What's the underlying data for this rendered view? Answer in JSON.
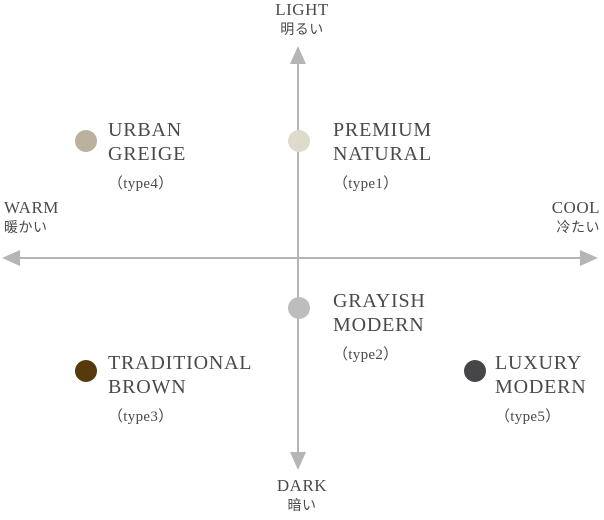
{
  "axes": {
    "top": {
      "en": "LIGHT",
      "jp": "明るい"
    },
    "bottom": {
      "en": "DARK",
      "jp": "暗い"
    },
    "left": {
      "en": "WARM",
      "jp": "暖かい"
    },
    "right": {
      "en": "COOL",
      "jp": "冷たい"
    }
  },
  "items": [
    {
      "line1": "URBAN",
      "line2": "GREIGE",
      "type": "（type4）",
      "color": "#bbb09d"
    },
    {
      "line1": "PREMIUM",
      "line2": "NATURAL",
      "type": "（type1）",
      "color": "#dedbcd"
    },
    {
      "line1": "GRAYISH",
      "line2": "MODERN",
      "type": "（type2）",
      "color": "#bdbdbd"
    },
    {
      "line1": "TRADITIONAL",
      "line2": "BROWN",
      "type": "（type3）",
      "color": "#553a0e"
    },
    {
      "line1": "LUXURY",
      "line2": "MODERN",
      "type": "（type5）",
      "color": "#464648"
    }
  ],
  "colors": {
    "axis": "#b5b5b5"
  }
}
